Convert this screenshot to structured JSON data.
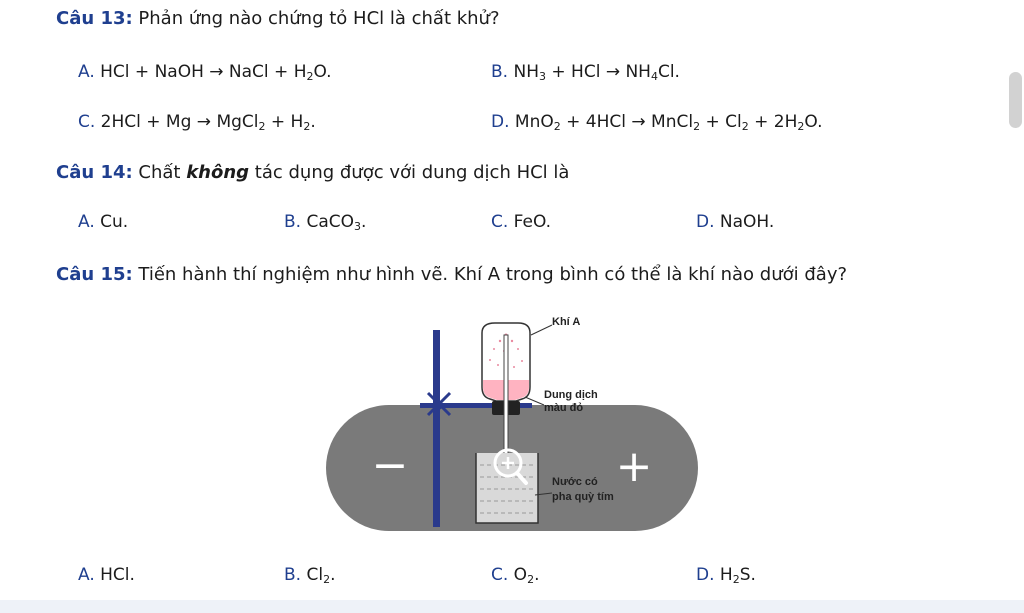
{
  "q13": {
    "number": "Câu 13:",
    "text": " Phản ứng nào chứng tỏ HCl là chất khử?",
    "opt_a": {
      "label": "A.",
      "parts": [
        " HCl + NaOH → NaCl + H",
        "2",
        "O."
      ]
    },
    "opt_b": {
      "label": "B.",
      "parts": [
        " NH",
        "3",
        " + HCl → NH",
        "4",
        "Cl."
      ]
    },
    "opt_c": {
      "label": "C.",
      "parts": [
        " 2HCl + Mg → MgCl",
        "2",
        " + H",
        "2",
        "."
      ]
    },
    "opt_d": {
      "label": "D.",
      "parts": [
        " MnO",
        "2",
        " + 4HCl → MnCl",
        "2",
        " + Cl",
        "2",
        " + 2H",
        "2",
        "O."
      ]
    }
  },
  "q14": {
    "number": "Câu 14:",
    "text_before": " Chất ",
    "text_em": "không",
    "text_after": " tác dụng được với dung dịch HCl là",
    "opt_a": {
      "label": "A.",
      "text": " Cu."
    },
    "opt_b": {
      "label": "B.",
      "parts": [
        " CaCO",
        "3",
        "."
      ]
    },
    "opt_c": {
      "label": "C.",
      "text": " FeO."
    },
    "opt_d": {
      "label": "D.",
      "text": " NaOH."
    }
  },
  "q15": {
    "number": "Câu 15:",
    "text": " Tiến hành thí nghiệm như hình vẽ. Khí A trong bình có thể là khí nào dưới đây?",
    "figure": {
      "label_gas": "Khí A",
      "label_solution_1": "Dung dịch",
      "label_solution_2": "màu đỏ",
      "label_water_1": "Nước có",
      "label_water_2": "pha quỳ tím"
    },
    "opt_a": {
      "label": "A.",
      "text": " HCl."
    },
    "opt_b": {
      "label": "B.",
      "parts": [
        " Cl",
        "2",
        "."
      ]
    },
    "opt_c": {
      "label": "C.",
      "parts": [
        " O",
        "2",
        "."
      ]
    },
    "opt_d": {
      "label": "D.",
      "parts": [
        " H",
        "2",
        "S."
      ]
    }
  },
  "zoom_overlay": {
    "minus": "−",
    "plus": "+",
    "fill_color": "#7a7a7a"
  },
  "colors": {
    "label_blue": "#1f3f8f",
    "stand_blue": "#2a3a8c"
  }
}
